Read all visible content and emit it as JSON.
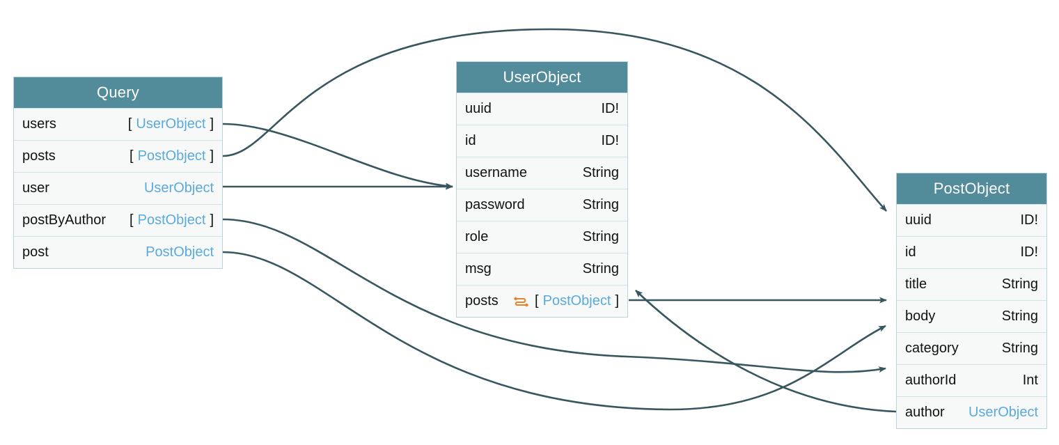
{
  "diagram": {
    "title": "GraphQL schema relationship diagram",
    "type": "entity-relationship",
    "colors": {
      "header_background": "#528b99",
      "header_text": "#ffffff",
      "row_background": "#f7f9f9",
      "row_border": "#cfe2e6",
      "entity_border": "#b8d4da",
      "field_name_text": "#111111",
      "type_reference_text": "#5aa9dd",
      "edge_stroke": "#37565e",
      "relation_icon": "#e8822a"
    }
  },
  "entities": [
    {
      "id": "query",
      "title": "Query",
      "fields": [
        {
          "name": "users",
          "type": "UserObject",
          "is_list": true,
          "type_text": "[UserObject]",
          "ref": true,
          "icon": null
        },
        {
          "name": "posts",
          "type": "PostObject",
          "is_list": true,
          "type_text": "[PostObject]",
          "ref": true,
          "icon": null
        },
        {
          "name": "user",
          "type": "UserObject",
          "is_list": false,
          "type_text": "UserObject",
          "ref": true,
          "icon": null
        },
        {
          "name": "postByAuthor",
          "type": "PostObject",
          "is_list": true,
          "type_text": "[PostObject]",
          "ref": true,
          "icon": null
        },
        {
          "name": "post",
          "type": "PostObject",
          "is_list": false,
          "type_text": "PostObject",
          "ref": true,
          "icon": null
        }
      ]
    },
    {
      "id": "userObject",
      "title": "UserObject",
      "fields": [
        {
          "name": "uuid",
          "type": "ID!",
          "is_list": false,
          "type_text": "ID!",
          "ref": false,
          "icon": null
        },
        {
          "name": "id",
          "type": "ID!",
          "is_list": false,
          "type_text": "ID!",
          "ref": false,
          "icon": null
        },
        {
          "name": "username",
          "type": "String",
          "is_list": false,
          "type_text": "String",
          "ref": false,
          "icon": null
        },
        {
          "name": "password",
          "type": "String",
          "is_list": false,
          "type_text": "String",
          "ref": false,
          "icon": null
        },
        {
          "name": "role",
          "type": "String",
          "is_list": false,
          "type_text": "String",
          "ref": false,
          "icon": null
        },
        {
          "name": "msg",
          "type": "String",
          "is_list": false,
          "type_text": "String",
          "ref": false,
          "icon": null
        },
        {
          "name": "posts",
          "type": "PostObject",
          "is_list": true,
          "type_text": "[PostObject]",
          "ref": true,
          "icon": "resolver-relation-icon"
        }
      ]
    },
    {
      "id": "postObject",
      "title": "PostObject",
      "fields": [
        {
          "name": "uuid",
          "type": "ID!",
          "is_list": false,
          "type_text": "ID!",
          "ref": false,
          "icon": null
        },
        {
          "name": "id",
          "type": "ID!",
          "is_list": false,
          "type_text": "ID!",
          "ref": false,
          "icon": null
        },
        {
          "name": "title",
          "type": "String",
          "is_list": false,
          "type_text": "String",
          "ref": false,
          "icon": null
        },
        {
          "name": "body",
          "type": "String",
          "is_list": false,
          "type_text": "String",
          "ref": false,
          "icon": null
        },
        {
          "name": "category",
          "type": "String",
          "is_list": false,
          "type_text": "String",
          "ref": false,
          "icon": null
        },
        {
          "name": "authorId",
          "type": "Int",
          "is_list": false,
          "type_text": "Int",
          "ref": false,
          "icon": null
        },
        {
          "name": "author",
          "type": "UserObject",
          "is_list": false,
          "type_text": "UserObject",
          "ref": true,
          "icon": null
        }
      ]
    }
  ],
  "edges": [
    {
      "id": "e1",
      "from": "query.users",
      "to": "userObject.username",
      "label": ""
    },
    {
      "id": "e2",
      "from": "query.posts",
      "to": "postObject.uuid",
      "label": ""
    },
    {
      "id": "e3",
      "from": "query.user",
      "to": "userObject.username",
      "label": ""
    },
    {
      "id": "e4",
      "from": "query.postByAuthor",
      "to": "postObject.authorId",
      "label": ""
    },
    {
      "id": "e5",
      "from": "query.post",
      "to": "postObject.body",
      "label": ""
    },
    {
      "id": "e6",
      "from": "userObject.posts",
      "to": "postObject.title",
      "label": ""
    },
    {
      "id": "e7",
      "from": "postObject.author",
      "to": "userObject.posts",
      "label": ""
    }
  ]
}
